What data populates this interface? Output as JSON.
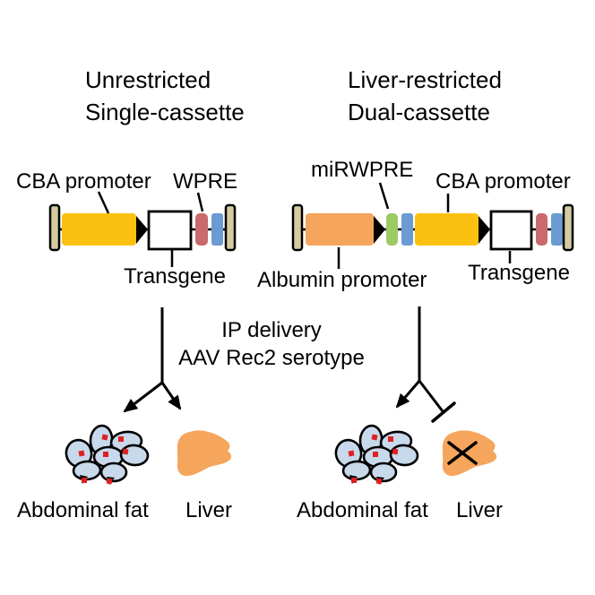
{
  "figure": {
    "left_panel": {
      "title": [
        "Unrestricted",
        "Single-cassette"
      ],
      "construct_labels": {
        "promoter": "CBA promoter",
        "wpre": "WPRE",
        "transgene": "Transgene"
      },
      "fat_label": "Abdominal fat",
      "liver_label": "Liver"
    },
    "right_panel": {
      "title": [
        "Liver-restricted",
        "Dual-cassette"
      ],
      "construct_labels": {
        "mirwpre": "miRWPRE",
        "cba_promoter": "CBA promoter",
        "albumin_promoter": "Albumin promoter",
        "transgene": "Transgene"
      },
      "fat_label": "Abdominal fat",
      "liver_label": "Liver"
    },
    "delivery": {
      "line1": "IP delivery",
      "line2": "AAV Rec2 serotype"
    }
  },
  "colors": {
    "cba_promoter": "#FCC110",
    "albumin_promoter": "#F5A55C",
    "wpre": "#C96A6C",
    "mirwpre": "#9CCA63",
    "blue_element": "#6B9BD2",
    "itr": "#D5CBA0",
    "transgene_fill": "#FFFFFF",
    "fat_cell": "#C7D9EB",
    "expression_dot": "#DF2020",
    "liver": "#F5A55C",
    "outline": "#000000"
  },
  "icons": {
    "itr-icon": "tan vertical rounded bar (inverted terminal repeat)",
    "transcription-arrow-icon": "solid black right-pointing triangle",
    "delivery-arrow-icon": "black line splitting into two branches",
    "branch-arrowhead-icon": "solid black arrowhead",
    "inhibition-tbar-icon": "blocked-end T-bar line",
    "x-mark-icon": "black X cross over liver",
    "fat-cells-icon": "cluster of outlined ellipses with red expression dots",
    "liver-icon": "orange liver silhouette"
  }
}
